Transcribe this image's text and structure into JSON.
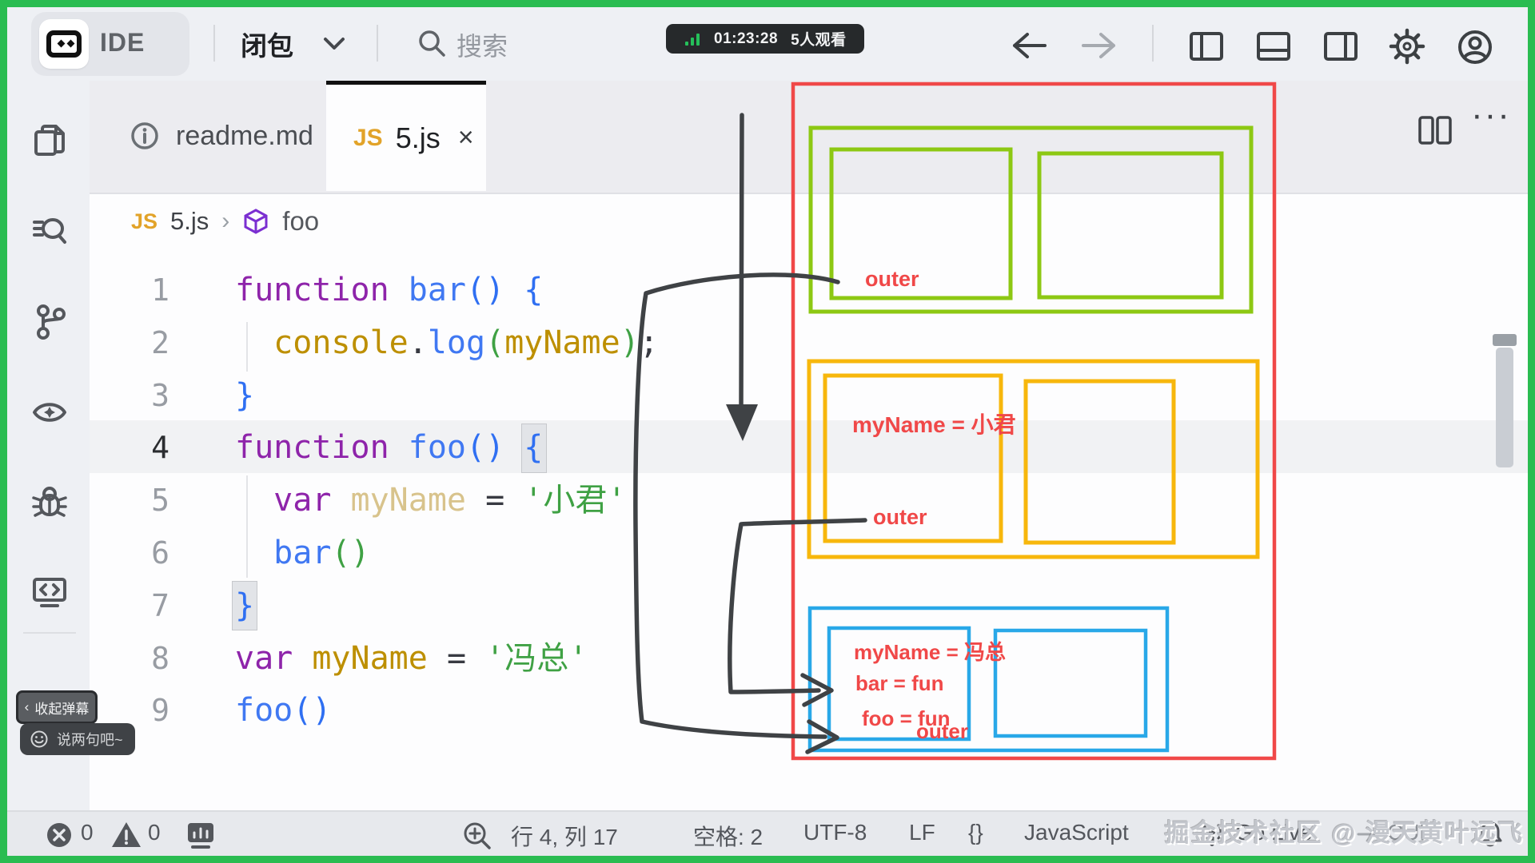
{
  "top_bar": {
    "ide_label": "IDE",
    "course_title": "闭包",
    "search_placeholder": "搜索",
    "stream_badge": {
      "time": "01:23:28",
      "viewers": "5人观看"
    }
  },
  "tab_bar": {
    "tabs": [
      {
        "label": "readme.md",
        "icon": "info",
        "active": false
      },
      {
        "label": "5.js",
        "icon_text": "JS",
        "active": true,
        "close_glyph": "×"
      }
    ],
    "more_glyph": "···"
  },
  "breadcrumb": {
    "file_icon_text": "JS",
    "file": "5.js",
    "separator": "›",
    "symbol": "foo"
  },
  "editor": {
    "language_mode": "JavaScript",
    "lines": [
      {
        "n": "1",
        "tokens": [
          [
            "kw",
            "function"
          ],
          [
            "sp",
            " "
          ],
          [
            "fn",
            "bar"
          ],
          [
            "b1",
            "()"
          ],
          [
            "sp",
            " "
          ],
          [
            "b1",
            "{"
          ]
        ]
      },
      {
        "n": "2",
        "tokens": [
          [
            "sp",
            "  "
          ],
          [
            "id",
            "console"
          ],
          [
            "p",
            "."
          ],
          [
            "fn",
            "log"
          ],
          [
            "b2",
            "("
          ],
          [
            "id",
            "myName"
          ],
          [
            "b2",
            ")"
          ],
          [
            "p",
            ";"
          ]
        ]
      },
      {
        "n": "3",
        "tokens": [
          [
            "b1",
            "}"
          ]
        ]
      },
      {
        "n": "4",
        "tokens": [
          [
            "kw",
            "function"
          ],
          [
            "sp",
            " "
          ],
          [
            "fn",
            "foo"
          ],
          [
            "b1",
            "()"
          ],
          [
            "sp",
            " "
          ],
          [
            "b1",
            "{"
          ]
        ],
        "current": true
      },
      {
        "n": "5",
        "tokens": [
          [
            "sp",
            "  "
          ],
          [
            "kw",
            "var"
          ],
          [
            "sp",
            " "
          ],
          [
            "idp",
            "myName"
          ],
          [
            "sp",
            " "
          ],
          [
            "p",
            "="
          ],
          [
            "sp",
            " "
          ],
          [
            "str",
            "'小君'"
          ]
        ]
      },
      {
        "n": "6",
        "tokens": [
          [
            "sp",
            "  "
          ],
          [
            "fn",
            "bar"
          ],
          [
            "b2",
            "()"
          ]
        ]
      },
      {
        "n": "7",
        "tokens": [
          [
            "b1",
            "}"
          ]
        ]
      },
      {
        "n": "8",
        "tokens": [
          [
            "kw",
            "var"
          ],
          [
            "sp",
            " "
          ],
          [
            "id",
            "myName"
          ],
          [
            "sp",
            " "
          ],
          [
            "p",
            "="
          ],
          [
            "sp",
            " "
          ],
          [
            "str",
            "'冯总'"
          ]
        ]
      },
      {
        "n": "9",
        "tokens": [
          [
            "fn",
            "foo"
          ],
          [
            "b1",
            "()"
          ]
        ]
      }
    ]
  },
  "diagram": {
    "colors": {
      "red": "#f04848",
      "green": "#8dc813",
      "yellow": "#f7b70c",
      "blue": "#29a8e8",
      "ink": "#3f4245"
    },
    "labels": {
      "green_outer": "outer",
      "yellow_variable": "myName = 小君",
      "yellow_outer": "outer",
      "blue_variable": "myName = 冯总",
      "blue_bar": "bar = fun",
      "blue_foo": "foo = fun",
      "blue_outer": "outer"
    }
  },
  "danmaku": {
    "collapse_chevron": "‹",
    "collapse_label": "收起弹幕",
    "input_placeholder": "说两句吧~"
  },
  "status_bar": {
    "errors": "0",
    "warnings": "0",
    "cursor_position": "行 4, 列 17",
    "indentation": "空格: 2",
    "encoding": "UTF-8",
    "eol": "LF",
    "braces": "{}",
    "language": "JavaScript",
    "go_live": "Go Live",
    "cue": "CUE"
  },
  "watermark": "掘金技术社区 @ 漫天黄叶远飞"
}
